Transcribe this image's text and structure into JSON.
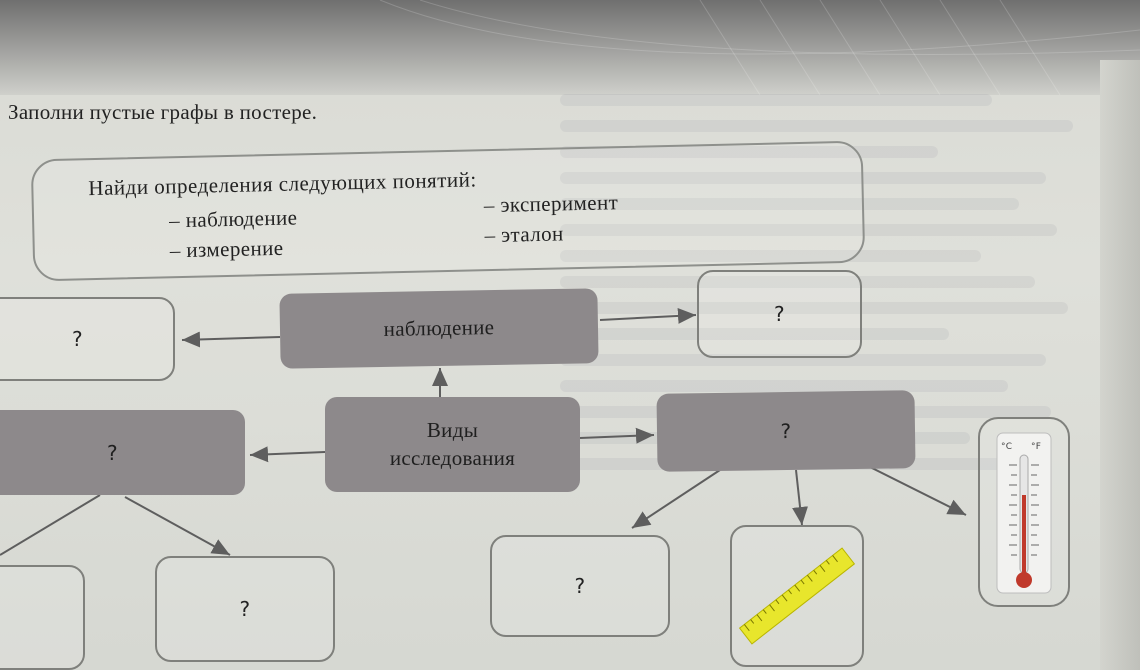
{
  "instruction": "Заполни пустые графы в постере.",
  "definitions": {
    "title": "Найди определения следующих понятий:",
    "items": [
      "– наблюдение",
      "– измерение",
      "– эксперимент",
      "– эталон"
    ]
  },
  "diagram": {
    "center_line1": "Виды",
    "center_line2": "исследования",
    "observation": "наблюдение",
    "unknown": "?"
  },
  "icons": [
    "ruler-icon",
    "thermometer-icon"
  ],
  "thermometer": {
    "celsius_label": "°C",
    "fahrenheit_label": "°F"
  }
}
